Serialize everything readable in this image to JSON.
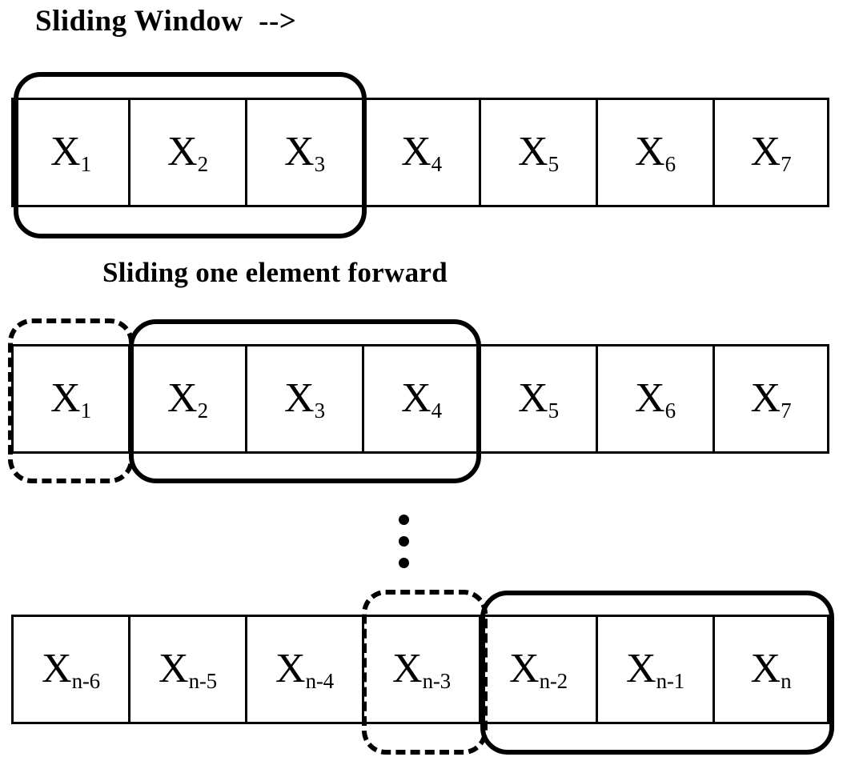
{
  "figure": {
    "title": "Sliding Window  -->",
    "subtitle": "Sliding one element forward",
    "ellipsis_glyph": "⋮",
    "line_color": "#000000",
    "background_color": "#ffffff"
  },
  "rows": [
    {
      "id": "row-initial-window",
      "cells": [
        {
          "base": "X",
          "sub": "1"
        },
        {
          "base": "X",
          "sub": "2"
        },
        {
          "base": "X",
          "sub": "3"
        },
        {
          "base": "X",
          "sub": "4"
        },
        {
          "base": "X",
          "sub": "5"
        },
        {
          "base": "X",
          "sub": "6"
        },
        {
          "base": "X",
          "sub": "7"
        }
      ],
      "window_solid": {
        "from_index": 0,
        "to_index": 2
      },
      "window_dashed": null
    },
    {
      "id": "row-shifted-window",
      "cells": [
        {
          "base": "X",
          "sub": "1"
        },
        {
          "base": "X",
          "sub": "2"
        },
        {
          "base": "X",
          "sub": "3"
        },
        {
          "base": "X",
          "sub": "4"
        },
        {
          "base": "X",
          "sub": "5"
        },
        {
          "base": "X",
          "sub": "6"
        },
        {
          "base": "X",
          "sub": "7"
        }
      ],
      "window_solid": {
        "from_index": 1,
        "to_index": 3
      },
      "window_dashed": {
        "from_index": 0,
        "to_index": 0
      }
    },
    {
      "id": "row-final-window",
      "cells": [
        {
          "base": "X",
          "sub": "n-6"
        },
        {
          "base": "X",
          "sub": "n-5"
        },
        {
          "base": "X",
          "sub": "n-4"
        },
        {
          "base": "X",
          "sub": "n-3"
        },
        {
          "base": "X",
          "sub": "n-2"
        },
        {
          "base": "X",
          "sub": "n-1"
        },
        {
          "base": "X",
          "sub": "n"
        }
      ],
      "window_solid": {
        "from_index": 4,
        "to_index": 6
      },
      "window_dashed": {
        "from_index": 3,
        "to_index": 3
      }
    }
  ]
}
